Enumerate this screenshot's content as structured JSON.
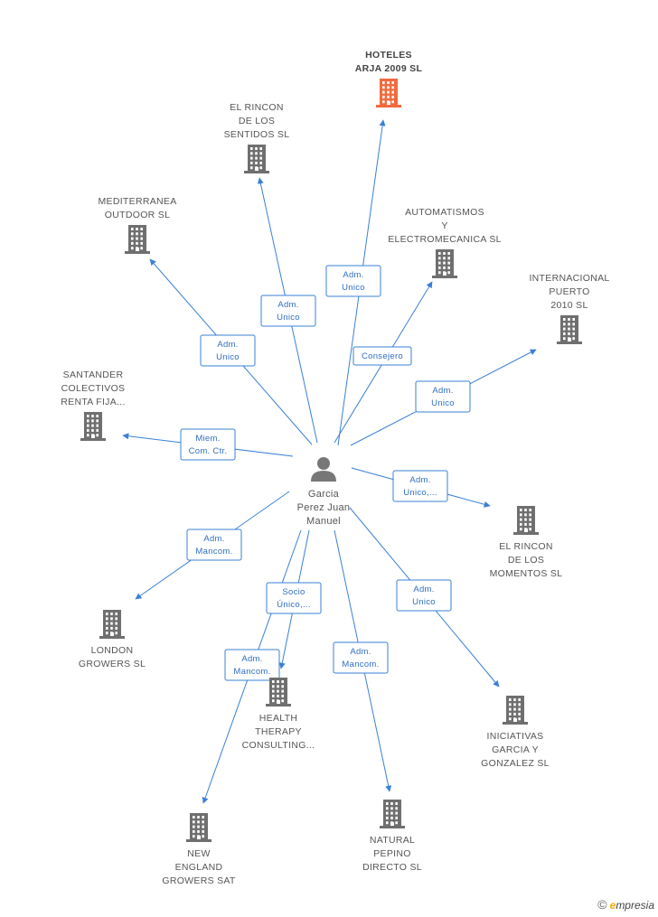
{
  "center": {
    "name_lines": [
      "Garcia",
      "Perez Juan",
      "Manuel"
    ],
    "icon": "person-icon"
  },
  "companies": [
    {
      "id": "hoteles",
      "lines": [
        "HOTELES",
        "ARJA 2009 SL"
      ],
      "highlight": true,
      "color": "#f26a3c"
    },
    {
      "id": "rincon-sentidos",
      "lines": [
        "EL RINCON",
        "DE LOS",
        "SENTIDOS SL"
      ],
      "color": "#6f6f6f"
    },
    {
      "id": "mediterranea",
      "lines": [
        "MEDITERRANEA",
        "OUTDOOR  SL"
      ],
      "color": "#6f6f6f"
    },
    {
      "id": "automatismos",
      "lines": [
        "AUTOMATISMOS",
        "Y",
        "ELECTROMECANICA SL"
      ],
      "color": "#6f6f6f"
    },
    {
      "id": "internacional",
      "lines": [
        "INTERNACIONAL",
        "PUERTO",
        "2010 SL"
      ],
      "color": "#6f6f6f"
    },
    {
      "id": "santander",
      "lines": [
        "SANTANDER",
        "COLECTIVOS",
        "RENTA FIJA..."
      ],
      "color": "#6f6f6f"
    },
    {
      "id": "rincon-momentos",
      "lines": [
        "EL RINCON",
        "DE LOS",
        "MOMENTOS SL"
      ],
      "color": "#6f6f6f"
    },
    {
      "id": "london",
      "lines": [
        "LONDON",
        "GROWERS SL"
      ],
      "color": "#6f6f6f"
    },
    {
      "id": "health",
      "lines": [
        "HEALTH",
        "THERAPY",
        "CONSULTING..."
      ],
      "color": "#6f6f6f"
    },
    {
      "id": "iniciativas",
      "lines": [
        "INICIATIVAS",
        "GARCIA Y",
        "GONZALEZ  SL"
      ],
      "color": "#6f6f6f"
    },
    {
      "id": "natural",
      "lines": [
        "NATURAL",
        "PEPINO",
        "DIRECTO SL"
      ],
      "color": "#6f6f6f"
    },
    {
      "id": "newengland",
      "lines": [
        "NEW",
        "ENGLAND",
        "GROWERS SAT"
      ],
      "color": "#6f6f6f"
    }
  ],
  "relations": [
    {
      "target": "hoteles",
      "lines": [
        "Adm.",
        "Unico"
      ]
    },
    {
      "target": "rincon-sentidos",
      "lines": [
        "Adm.",
        "Unico"
      ]
    },
    {
      "target": "mediterranea",
      "lines": [
        "Adm.",
        "Unico"
      ]
    },
    {
      "target": "automatismos",
      "lines": [
        "Consejero"
      ]
    },
    {
      "target": "internacional",
      "lines": [
        "Adm.",
        "Unico"
      ]
    },
    {
      "target": "santander",
      "lines": [
        "Miem.",
        "Com. Ctr."
      ]
    },
    {
      "target": "rincon-momentos",
      "lines": [
        "Adm.",
        "Unico,..."
      ]
    },
    {
      "target": "london",
      "lines": [
        "Adm.",
        "Mancom."
      ]
    },
    {
      "target": "health",
      "lines": [
        "Socio",
        "Único,..."
      ]
    },
    {
      "target": "iniciativas",
      "lines": [
        "Adm.",
        "Unico"
      ]
    },
    {
      "target": "natural",
      "lines": [
        "Adm.",
        "Mancom."
      ]
    },
    {
      "target": "newengland",
      "lines": [
        "Adm.",
        "Mancom."
      ]
    }
  ],
  "footer": {
    "copyright": "©",
    "brand_first": "e",
    "brand_rest": "mpresia"
  },
  "colors": {
    "edge": "#3a80d6",
    "highlight": "#f26a3c",
    "building": "#6f6f6f",
    "person": "#777777"
  }
}
